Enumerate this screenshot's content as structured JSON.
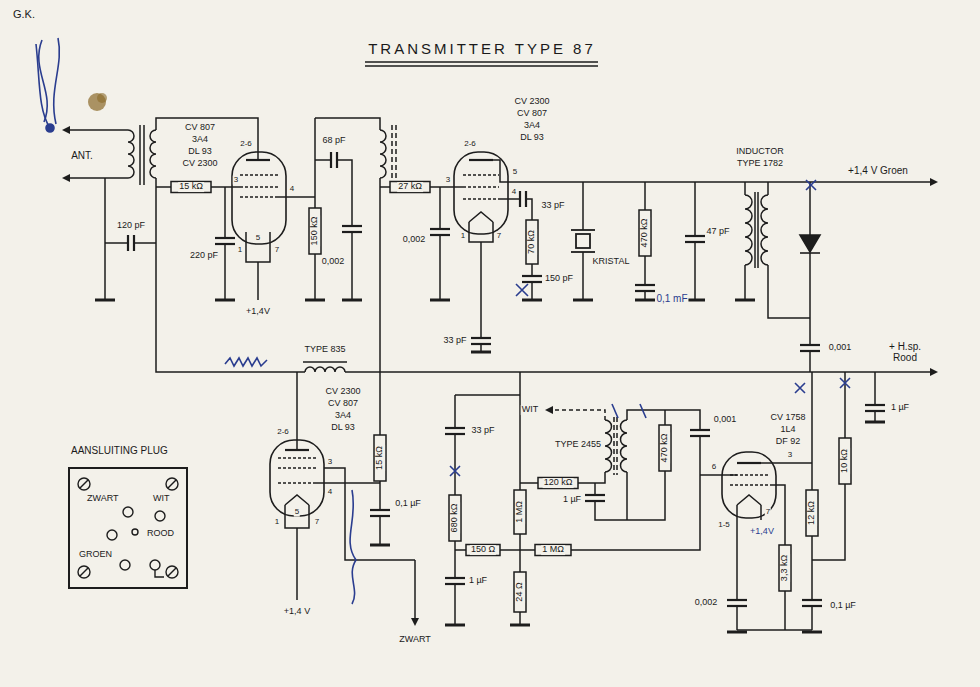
{
  "diagram": {
    "title": "TRANSMITTER TYPE 87",
    "nodes": [
      {
        "text": [
          "AANSLUITING PLUG",
          "ZWART",
          "WIT",
          "ROOD",
          "GROEN"
        ]
      }
    ],
    "labels": [
      "G.K.",
      "ANT.",
      "15 kΩ",
      "120 pF",
      "220 pF",
      "CV 807",
      "3A4",
      "DL 93",
      "CV 2300",
      "2-6",
      "3",
      "4",
      "1",
      "5",
      "7",
      "+1,4V",
      "68 pF",
      "150 kΩ",
      "0,002",
      "27 kΩ",
      "CV 2300",
      "CV 807",
      "3A4",
      "DL 93",
      "2-6",
      "5",
      "3",
      "4",
      "1",
      "7",
      "0,002",
      "33 pF",
      "70 kΩ",
      "150 pF",
      "KRISTAL",
      "470 kΩ",
      "0,1 mF",
      "47 pF",
      "INDUCTOR",
      "TYPE 1782",
      "+1,4 V Groen",
      "33 pF",
      "TYPE 835",
      "+ H.sp. Rood",
      "0,001",
      "1 µF",
      "CV 2300",
      "CV 807",
      "3A4",
      "DL 93",
      "2-6",
      "3",
      "4",
      "1",
      "5",
      "7",
      "15 kΩ",
      "0,1 µF",
      "+1,4 V",
      "33 pF",
      "680 kΩ",
      "150 Ω",
      "1 µF",
      "ZWART",
      "WIT",
      "TYPE 2455",
      "470 kΩ",
      "0,001",
      "120 kΩ",
      "1 µF",
      "1 MΩ",
      "1 MΩ",
      "24 Ω",
      "CV 1758",
      "1L4",
      "DF 92",
      "6",
      "3",
      "1-5",
      "7",
      "+1,4V",
      "12 kΩ",
      "10 kΩ",
      "3,3 kΩ",
      "0,002",
      "0,1 µF"
    ]
  }
}
